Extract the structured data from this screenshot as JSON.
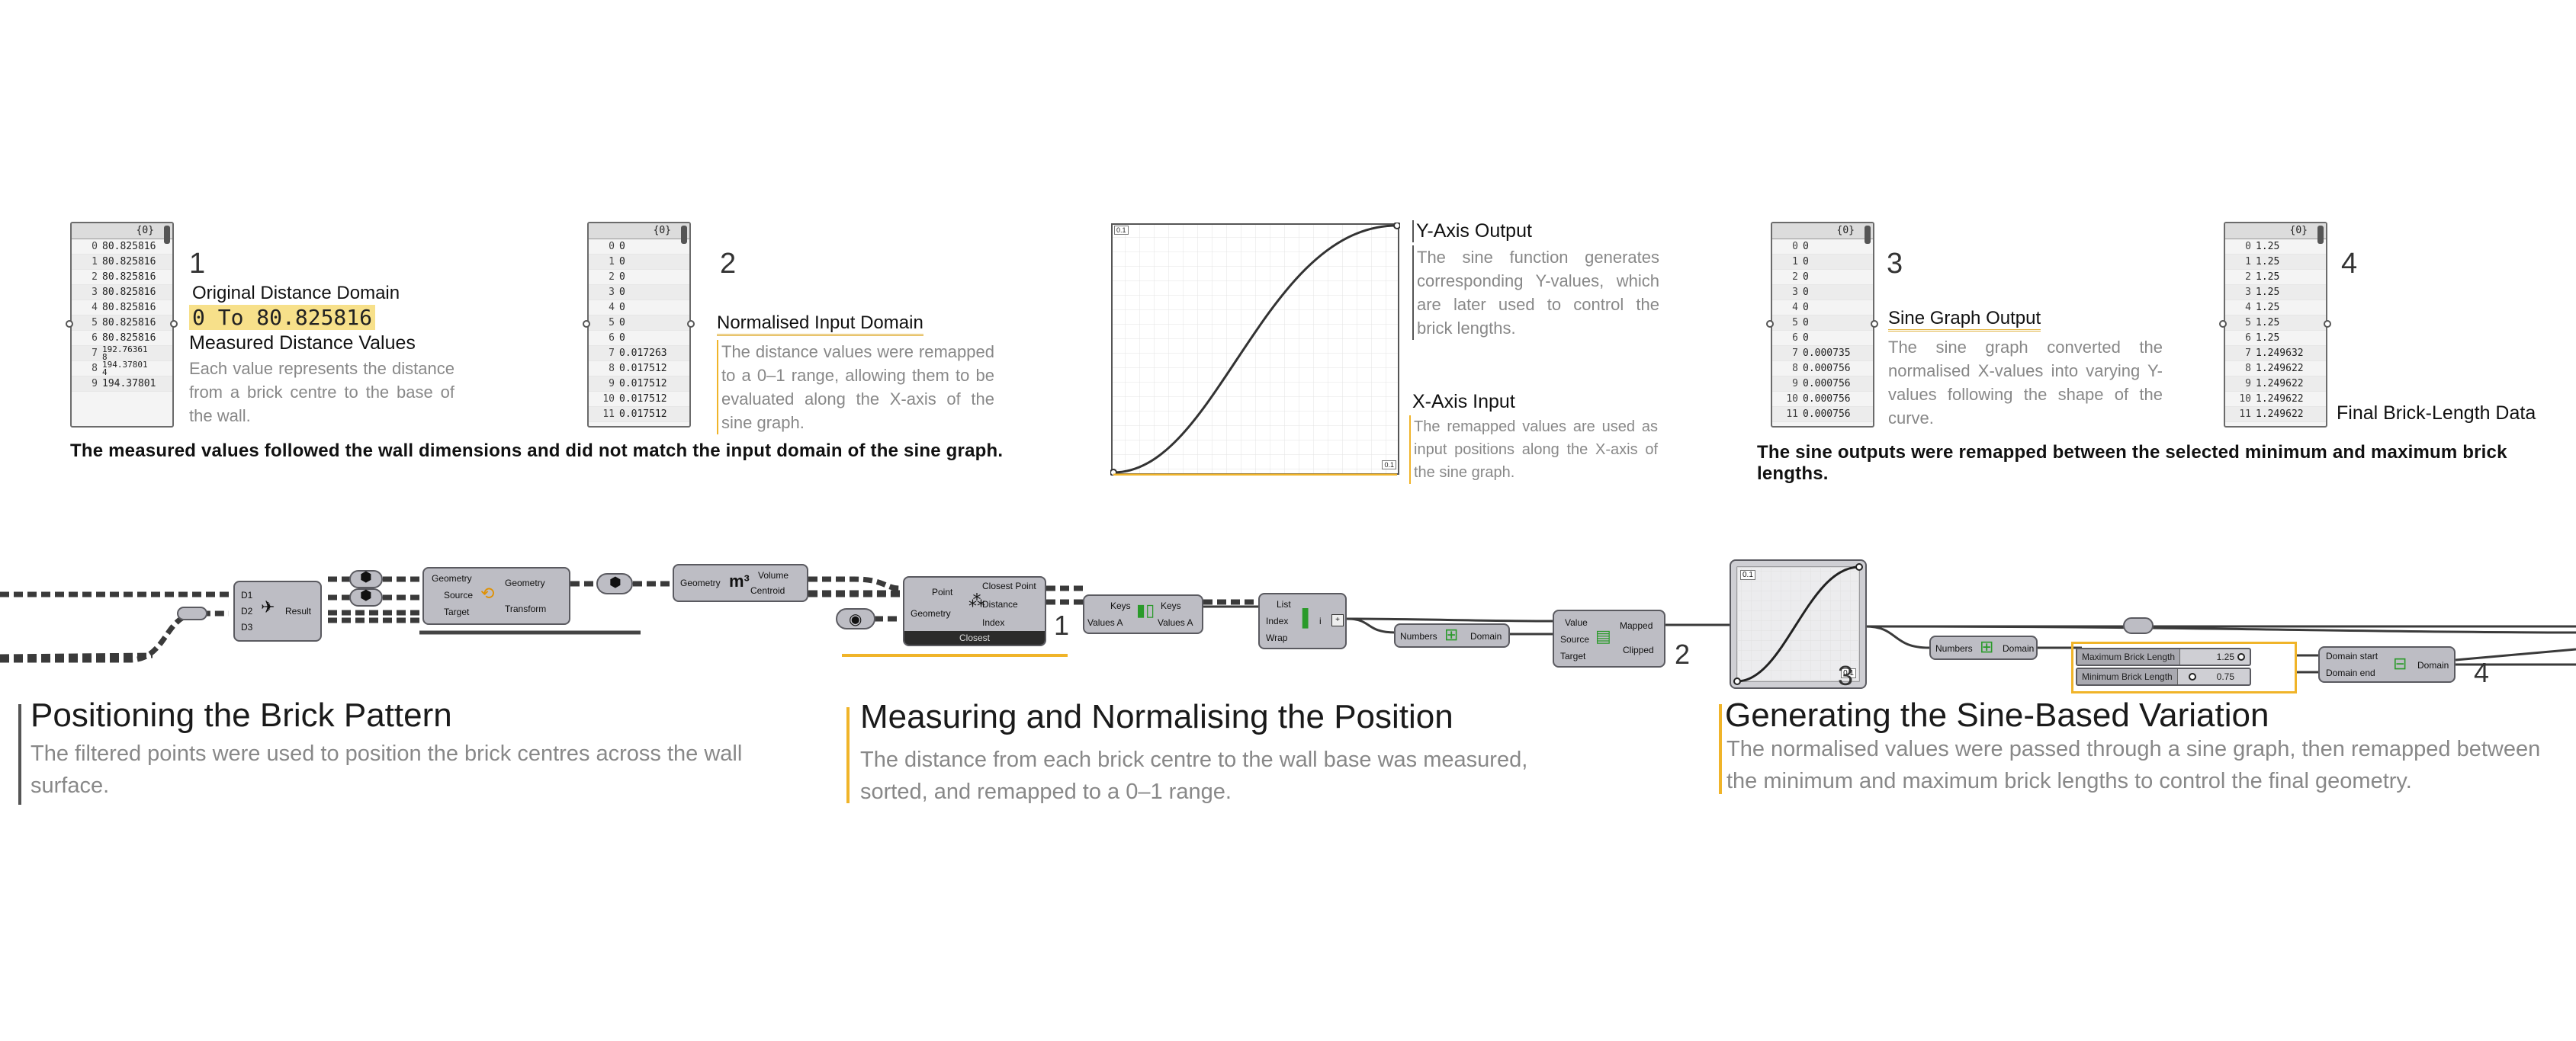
{
  "panel1": {
    "header": "{0}",
    "rows": [
      [
        "0",
        "80.825816"
      ],
      [
        "1",
        "80.825816"
      ],
      [
        "2",
        "80.825816"
      ],
      [
        "3",
        "80.825816"
      ],
      [
        "4",
        "80.825816"
      ],
      [
        "5",
        "80.825816"
      ],
      [
        "6",
        "80.825816"
      ],
      [
        "7",
        "192.76361\n8"
      ],
      [
        "8",
        "194.37801\n4"
      ],
      [
        "9",
        "194.37801"
      ]
    ]
  },
  "panel2": {
    "header": "{0}",
    "rows": [
      [
        "0",
        "0"
      ],
      [
        "1",
        "0"
      ],
      [
        "2",
        "0"
      ],
      [
        "3",
        "0"
      ],
      [
        "4",
        "0"
      ],
      [
        "5",
        "0"
      ],
      [
        "6",
        "0"
      ],
      [
        "7",
        "0.017263"
      ],
      [
        "8",
        "0.017512"
      ],
      [
        "9",
        "0.017512"
      ],
      [
        "10",
        "0.017512"
      ],
      [
        "11",
        "0.017512"
      ]
    ]
  },
  "panel3": {
    "header": "{0}",
    "rows": [
      [
        "0",
        "0"
      ],
      [
        "1",
        "0"
      ],
      [
        "2",
        "0"
      ],
      [
        "3",
        "0"
      ],
      [
        "4",
        "0"
      ],
      [
        "5",
        "0"
      ],
      [
        "6",
        "0"
      ],
      [
        "7",
        "0.000735"
      ],
      [
        "8",
        "0.000756"
      ],
      [
        "9",
        "0.000756"
      ],
      [
        "10",
        "0.000756"
      ],
      [
        "11",
        "0.000756"
      ]
    ]
  },
  "panel4": {
    "header": "{0}",
    "rows": [
      [
        "0",
        "1.25"
      ],
      [
        "1",
        "1.25"
      ],
      [
        "2",
        "1.25"
      ],
      [
        "3",
        "1.25"
      ],
      [
        "4",
        "1.25"
      ],
      [
        "5",
        "1.25"
      ],
      [
        "6",
        "1.25"
      ],
      [
        "7",
        "1.249632"
      ],
      [
        "8",
        "1.249622"
      ],
      [
        "9",
        "1.249622"
      ],
      [
        "10",
        "1.249622"
      ],
      [
        "11",
        "1.249622"
      ]
    ]
  },
  "annot": {
    "n1": "1",
    "n2": "2",
    "n3": "3",
    "n4": "4",
    "original_domain_label": "Original Distance Domain",
    "original_domain_value": "0 To 80.825816",
    "measured_label": "Measured Distance Values",
    "measured_desc": "Each value represents the distance from a brick centre to the base of the wall.",
    "normalised_label": "Normalised Input Domain",
    "normalised_desc": "The distance values were remapped to a 0–1 range, allowing them to be evaluated along the X-axis of the sine graph.",
    "caption_left": "The measured values followed the wall dimensions and did not match the input domain of the sine graph.",
    "y_label": "Y-Axis Output",
    "y_desc": "The sine function generates corresponding Y-values, which are later used to control the brick lengths.",
    "x_label": "X-Axis Input",
    "x_desc": "The remapped values are used as input positions along the X-axis of the sine graph.",
    "sine_label": "Sine Graph Output",
    "sine_desc": "The sine graph converted the normalised X-values into varying Y-values following the shape of the curve.",
    "final_label": "Final Brick-Length Data",
    "caption_right": "The sine outputs were remapped between the selected minimum and maximum brick lengths.",
    "graph_corner_tl": "0.1",
    "graph_corner_br": "0.1"
  },
  "sections": {
    "s1_title": "Positioning the Brick Pattern",
    "s1_desc": "The filtered points were used to position the brick centres across the wall surface.",
    "s2_title": "Measuring and Normalising the Position",
    "s2_desc": "The distance from each brick centre to the wall base was measured, sorted, and remapped to a 0–1 range.",
    "s3_title": "Generating the Sine-Based Variation",
    "s3_desc": "The normalised values were passed through a sine graph, then remapped between the minimum and maximum brick lengths to control the final geometry."
  },
  "components": {
    "dispatch": {
      "in1": "D1",
      "in2": "D2",
      "in3": "D3",
      "out": "Result"
    },
    "orient": {
      "in1": "Geometry",
      "in2": "Source",
      "in3": "Target",
      "out1": "Geometry",
      "out2": "Transform"
    },
    "volume": {
      "in": "Geometry",
      "out1": "Volume",
      "out2": "Centroid"
    },
    "closest": {
      "in1": "Point",
      "in2": "Geometry",
      "out1": "Closest Point",
      "out2": "Distance",
      "out3": "Index",
      "footer": "Closest"
    },
    "sort": {
      "in1": "Keys",
      "in2": "Values A",
      "out1": "Keys",
      "out2": "Values A"
    },
    "list": {
      "in1": "List",
      "in2": "Index",
      "in3": "Wrap",
      "out": "i"
    },
    "bounds1": {
      "in": "Numbers",
      "out": "Domain"
    },
    "remap": {
      "in1": "Value",
      "in2": "Source",
      "in3": "Target",
      "out1": "Mapped",
      "out2": "Clipped"
    },
    "bounds2": {
      "in": "Numbers",
      "out": "Domain"
    },
    "construct": {
      "in1": "Domain start",
      "in2": "Domain end",
      "out": "Domain"
    },
    "slider_max": {
      "name": "Maximum Brick Length",
      "value": "1.25"
    },
    "slider_min": {
      "name": "Minimum Brick Length",
      "value": "0.75"
    },
    "graph_tl": "0.1",
    "graph_br": "0.1"
  },
  "canvas_numbers": {
    "c1": "1",
    "c2": "2",
    "c3": "3",
    "c4": "4"
  },
  "colors": {
    "accent": "#f0b429",
    "wire": "#3a3a3a",
    "component": "#bdbdc4"
  },
  "icons": [
    "dispatch-icon",
    "orient-icon",
    "volume-icon",
    "closest-point-icon",
    "sort-icon",
    "list-item-icon",
    "bounds-icon",
    "remap-icon",
    "construct-domain-icon"
  ]
}
